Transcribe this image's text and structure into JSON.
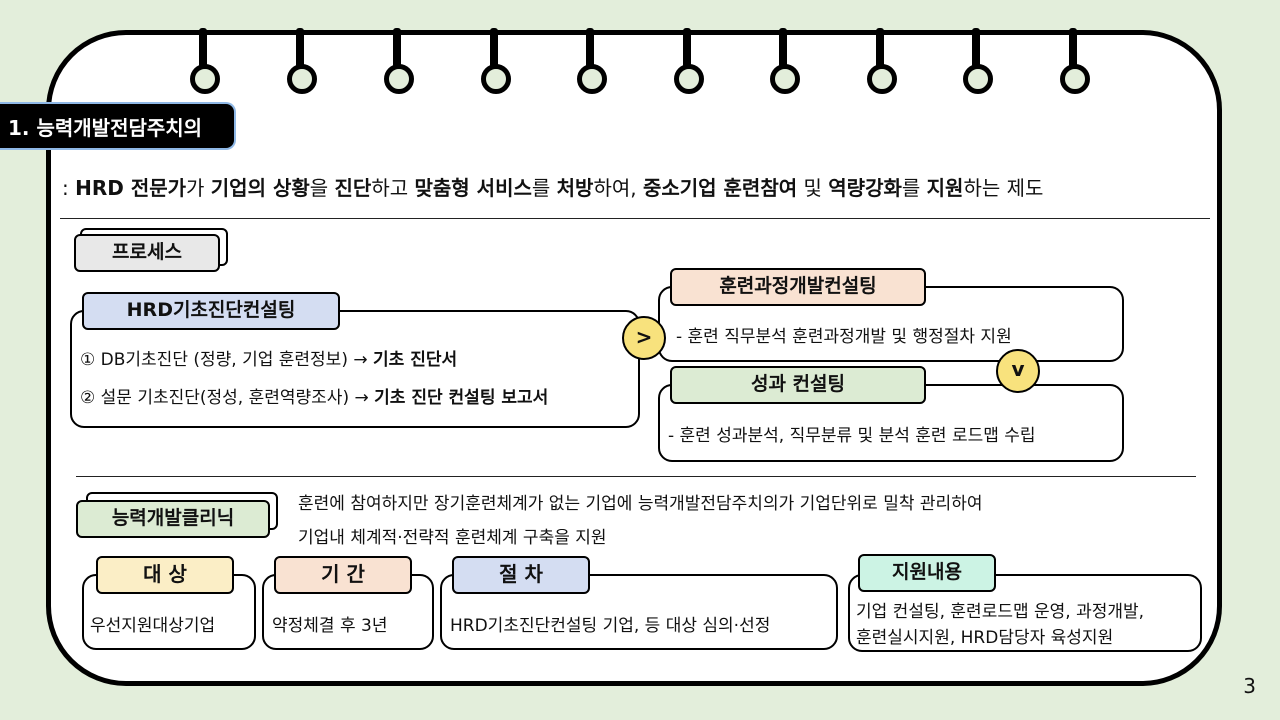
{
  "section_title": "1. 능력개발전담주치의",
  "description_parts": [
    {
      "t": ": ",
      "b": false
    },
    {
      "t": "HRD 전문가",
      "b": true
    },
    {
      "t": "가 ",
      "b": false
    },
    {
      "t": "기업의 상황",
      "b": true
    },
    {
      "t": "을 ",
      "b": false
    },
    {
      "t": "진단",
      "b": true
    },
    {
      "t": "하고 ",
      "b": false
    },
    {
      "t": "맞춤형 서비스",
      "b": true
    },
    {
      "t": "를 ",
      "b": false
    },
    {
      "t": "처방",
      "b": true
    },
    {
      "t": "하여, ",
      "b": false
    },
    {
      "t": "중소기업 훈련참여",
      "b": true
    },
    {
      "t": " 및 ",
      "b": false
    },
    {
      "t": "역량강화",
      "b": true
    },
    {
      "t": "를 ",
      "b": false
    },
    {
      "t": "지원",
      "b": true
    },
    {
      "t": "하는 제도",
      "b": false
    }
  ],
  "process": {
    "label": "프로세스",
    "diagnosis": {
      "title": "HRD기초진단컨설팅",
      "item1_prefix": "① DB기초진단 (정량, 기업 훈련정보) → ",
      "item1_bold": "기초 진단서",
      "item2_prefix": "② 설문 기초진단(정성, 훈련역량조사) → ",
      "item2_bold": "기초 진단 컨설팅 보고서"
    },
    "arrow_right": ">",
    "arrow_down": "v",
    "course_dev": {
      "title": "훈련과정개발컨설팅",
      "text": "- 훈련 직무분석 훈련과정개발 및 행정절차 지원"
    },
    "performance": {
      "title": "성과 컨설팅",
      "text": "- 훈련 성과분석, 직무분류 및 분석 훈련 로드맵 수립"
    }
  },
  "clinic": {
    "label": "능력개발클리닉",
    "line1": "훈련에 참여하지만 장기훈련체계가 없는 기업에 능력개발전담주치의가 기업단위로 밀착 관리하여",
    "line2": "기업내 체계적·전략적 훈련체계 구축을 지원"
  },
  "cards": [
    {
      "title": "대 상",
      "text": "우선지원대상기업"
    },
    {
      "title": "기 간",
      "text": "약정체결 후 3년"
    },
    {
      "title": "절 차",
      "text": "HRD기초진단컨설팅 기업, 등 대상 심의·선정"
    },
    {
      "title": "지원내용",
      "text1": "기업 컨설팅, 훈련로드맵 운영, 과정개발,",
      "text2": "훈련실시지원, HRD담당자 육성지원"
    }
  ],
  "colors": {
    "background": "#e3eedb",
    "diagnosis_tab": "#d4ddf2",
    "course_tab": "#f9e2d2",
    "performance_tab": "#dcebd3",
    "clinic_tab": "#dcebd3",
    "arrow": "#f8e27d",
    "card_target": "#fbeec6",
    "card_period": "#f9e2d2",
    "card_procedure": "#d4ddf2",
    "card_support": "#ccf3e4"
  },
  "page_number": "3"
}
